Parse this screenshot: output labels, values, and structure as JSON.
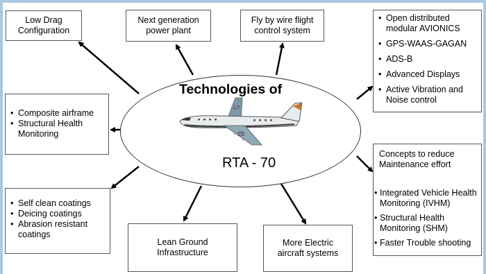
{
  "center": {
    "title": "Technologies of",
    "model": "RTA - 70",
    "image_icon": "turboprop-aircraft-icon"
  },
  "boxes": {
    "low_drag": {
      "text": "Low Drag Configuration"
    },
    "power_plant": {
      "text": "Next generation power plant"
    },
    "fly_by_wire": {
      "text": "Fly by wire flight control system"
    },
    "avionics": {
      "items": [
        "Open distributed modular AVIONICS",
        "GPS-WAAS-GAGAN",
        "ADS-B",
        "Advanced Displays",
        "Active Vibration and Noise control"
      ]
    },
    "composite": {
      "items": [
        "Composite airframe",
        "Structural Health Monitoring"
      ]
    },
    "maintenance": {
      "heading": "Concepts to reduce Maintenance effort",
      "items": [
        "Integrated Vehicle Health Monitoring (IVHM)",
        "Structural Health Monitoring (SHM)",
        "Faster Trouble shooting"
      ]
    },
    "coatings": {
      "items": [
        "Self clean coatings",
        "Deicing coatings",
        "Abrasion resistant coatings"
      ]
    },
    "ground": {
      "text": "Lean Ground Infrastructure"
    },
    "electric": {
      "text": "More Electric aircraft systems"
    }
  },
  "colors": {
    "background_border": "#a9c8e2",
    "arrow": "#000000",
    "box_border": "#555555"
  }
}
